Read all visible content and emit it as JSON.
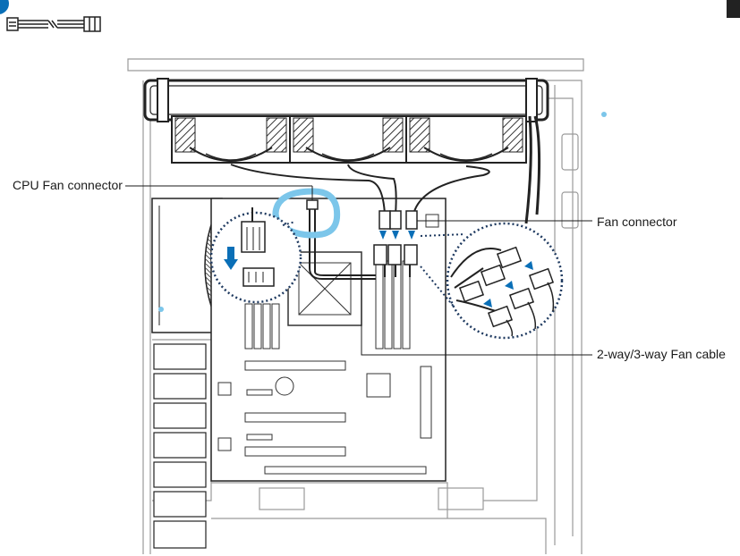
{
  "labels": {
    "cpu_fan_connector": "CPU Fan connector",
    "fan_connector": "Fan connector",
    "fan_cable": "2-way/3-way Fan cable"
  },
  "colors": {
    "accent_blue": "#0a6fb7",
    "highlight_blue": "#7cc6ea",
    "line": "#1a1a1a",
    "chassis": "#9a9a9a"
  },
  "icons": {
    "step_badge": "step-number-badge",
    "cable_icon": "fan-cable-icon"
  }
}
